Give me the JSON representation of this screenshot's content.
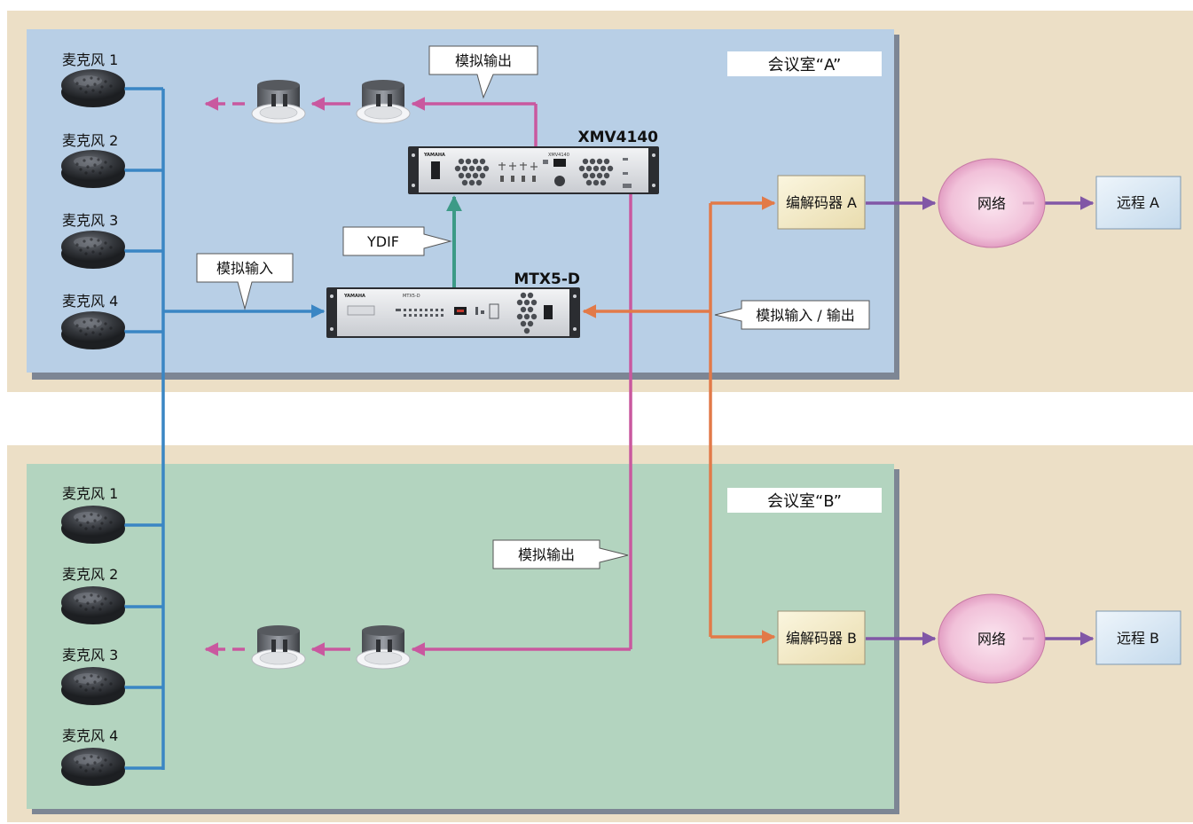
{
  "colors": {
    "outer_band": "#ecdfc6",
    "room_a_fill": "#b8cfe6",
    "room_b_fill": "#b3d4bf",
    "mic_line": "#3a86c4",
    "speaker_line": "#c9589f",
    "ydif_line": "#3c9a86",
    "codec_line": "#e27a48",
    "network_line": "#8157a6"
  },
  "room_a": {
    "title": "会议室“A”",
    "mics": [
      "麦克风 1",
      "麦克风 2",
      "麦克风 3",
      "麦克风 4"
    ],
    "callout_analog_out": "模拟输出",
    "callout_ydif": "YDIF",
    "callout_analog_in": "模拟输入",
    "callout_analog_io": "模拟输入 / 输出",
    "device_xmv": "XMV4140",
    "device_mtx": "MTX5-D",
    "xmv_panel_model": "XMV4140",
    "mtx_panel_model": "MTX5-D",
    "panel_brand": "YAMAHA",
    "codec": "编解码器 A",
    "network": "网络",
    "remote": "远程 A"
  },
  "room_b": {
    "title": "会议室“B”",
    "mics": [
      "麦克风 1",
      "麦克风 2",
      "麦克风 3",
      "麦克风 4"
    ],
    "callout_analog_out": "模拟输出",
    "codec": "编解码器 B",
    "network": "网络",
    "remote": "远程 B"
  }
}
